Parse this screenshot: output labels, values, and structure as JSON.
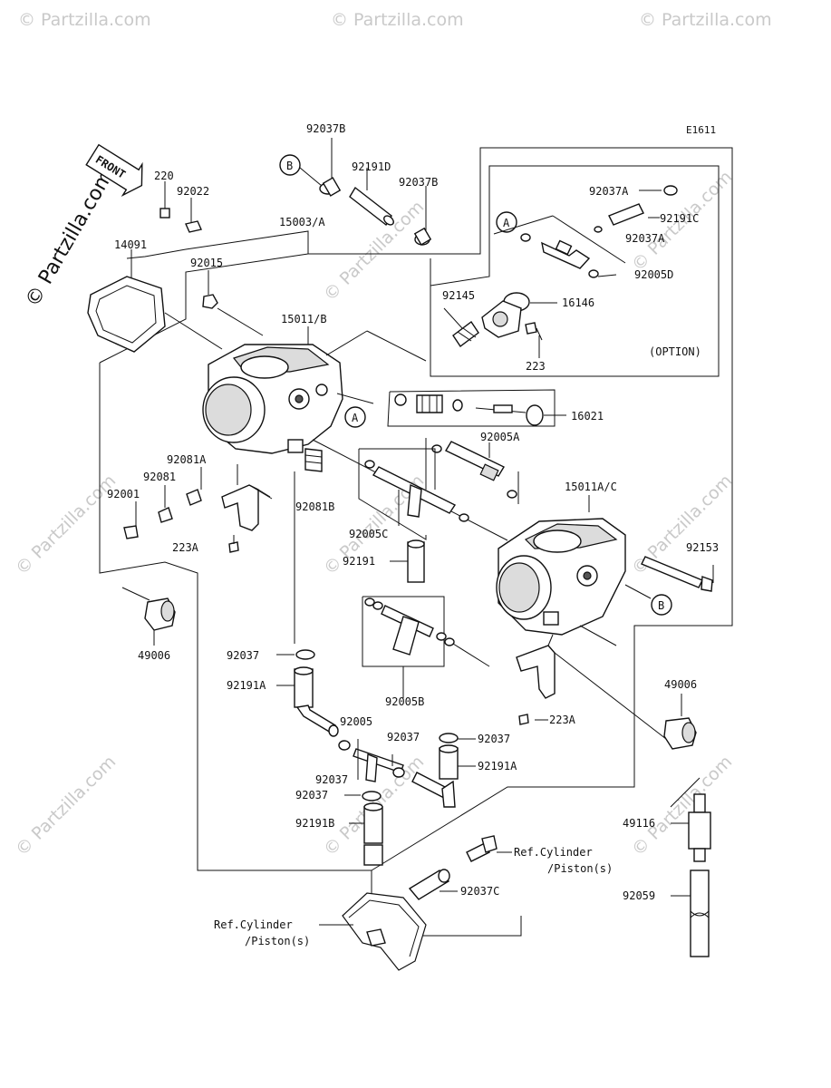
{
  "diagram_code": "E1611",
  "front_label": "FRONT",
  "watermark": "© Partzilla.com",
  "side_watermark": "© Partzilla.com",
  "option_label": "(OPTION)",
  "callouts": {
    "A": "A",
    "B": "B"
  },
  "parts": {
    "p92037B_top": "92037B",
    "p92191D": "92191D",
    "p92037B_right": "92037B",
    "p220": "220",
    "p92022": "92022",
    "p15003A": "15003/A",
    "p14091": "14091",
    "p92015": "92015",
    "p15011B": "15011/B",
    "p92037A_top": "92037A",
    "p92191C": "92191C",
    "p92037A_mid": "92037A",
    "p92005D": "92005D",
    "p92145": "92145",
    "p16146": "16146",
    "p223_top": "223",
    "p16021": "16021",
    "p92005A": "92005A",
    "p92081A": "92081A",
    "p92081": "92081",
    "p92001": "92001",
    "p92081B": "92081B",
    "p15011AC": "15011A/C",
    "p92005C": "92005C",
    "p223A_left": "223A",
    "p92153": "92153",
    "p92191": "92191",
    "p49006_left": "49006",
    "p92037_a": "92037",
    "p92191A_left": "92191A",
    "p92005B": "92005B",
    "p49006_right": "49006",
    "p223A_right": "223A",
    "p92005": "92005",
    "p92037_b": "92037",
    "p92037_c": "92037",
    "p92191A_right": "92191A",
    "p92037_d": "92037",
    "p92037_e": "92037",
    "p92191B": "92191B",
    "p49116": "49116",
    "p92037C": "92037C",
    "p92059": "92059"
  },
  "refs": {
    "ref1_line1": "Ref.Cylinder",
    "ref1_line2": "/Piston(s)",
    "ref2_line1": "Ref.Cylinder",
    "ref2_line2": "/Piston(s)"
  }
}
